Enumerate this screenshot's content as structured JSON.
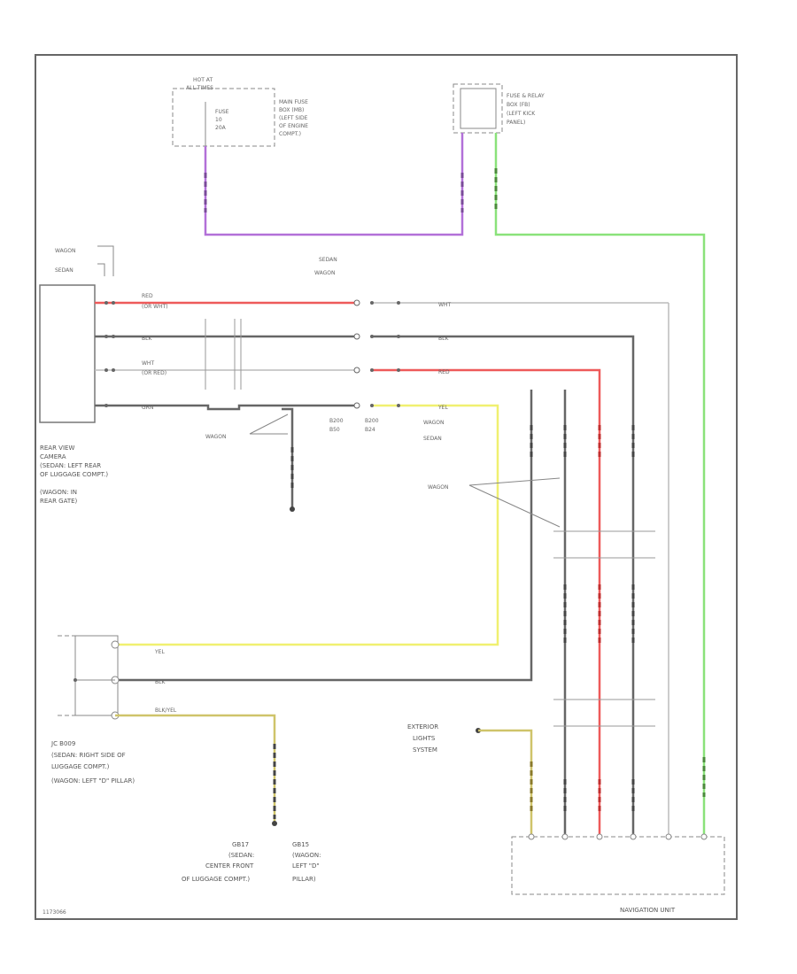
{
  "labels": {
    "hot_at": "HOT AT",
    "all_times": "ALL TIMES",
    "fuse": "FUSE",
    "fuse_num": "10",
    "fuse_amp": "20A",
    "main_fuse_1": "MAIN FUSE",
    "main_fuse_2": "BOX (MB)",
    "main_fuse_3": "(LEFT SIDE",
    "main_fuse_4": "OF ENGINE",
    "main_fuse_5": "COMPT.)",
    "relay_1": "FUSE & RELAY",
    "relay_2": "BOX (FB)",
    "relay_3": "(LEFT KICK",
    "relay_4": "PANEL)",
    "wagon_1": "WAGON",
    "sedan_1": "SEDAN",
    "sedan_2": "SEDAN",
    "wagon_2": "WAGON",
    "red": "RED",
    "red_sub": "(OR WHT)",
    "blk": "BLK",
    "wht": "WHT",
    "wht_sub": "(OR RED)",
    "grn": "GRN",
    "wht_r": "WHT",
    "blk_r": "BLK",
    "red_r": "RED",
    "yel_r": "YEL",
    "wagon_mid": "WAGON",
    "conn_1": "B200",
    "conn_2": "B200",
    "conn_3": "B50",
    "conn_4": "B24",
    "wagon_r": "WAGON",
    "sedan_r": "SEDAN",
    "wagon_splice": "WAGON",
    "camera_1": "REAR VIEW",
    "camera_2": "CAMERA",
    "camera_3": "(SEDAN: LEFT REAR",
    "camera_4": "OF LUGGAGE COMPT.)",
    "camera_5": "(WAGON: IN",
    "camera_6": "REAR GATE)",
    "yel": "YEL",
    "blk2": "BLK",
    "blk_yel": "BLK/YEL",
    "jc_1": "JC B009",
    "jc_2": "(SEDAN: RIGHT SIDE OF",
    "jc_3": "LUGGAGE COMPT.)",
    "jc_4": "(WAGON: LEFT \"D\" PILLAR)",
    "ext_1": "EXTERIOR",
    "ext_2": "LIGHTS",
    "ext_3": "SYSTEM",
    "g1": "GB17",
    "g1_2": "(SEDAN:",
    "g1_3": "CENTER FRONT",
    "g1_4": "OF LUGGAGE COMPT.)",
    "g2": "GB15",
    "g2_2": "(WAGON:",
    "g2_3": "LEFT \"D\"",
    "g2_4": "PILLAR)",
    "nav": "NAVIGATION UNIT",
    "code": "1173066"
  },
  "colors": {
    "purple": "#b270d8",
    "green": "#8ae27a",
    "red": "#ee5a5a",
    "yellow": "#f0f070",
    "olive": "#cfc46a",
    "gray": "#555555",
    "light": "#bbbbbb",
    "border": "#666666"
  }
}
